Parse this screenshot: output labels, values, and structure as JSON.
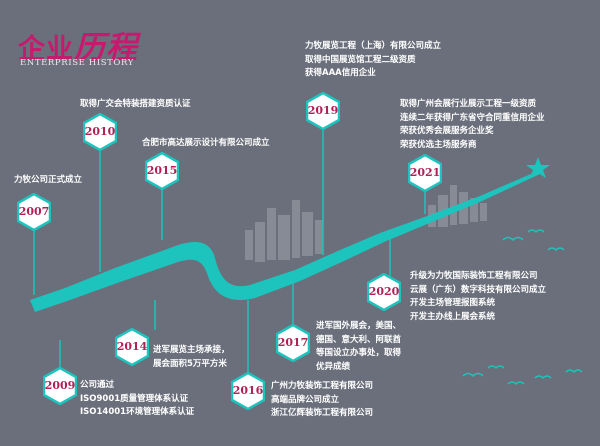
{
  "header": {
    "title_part1": "企业",
    "title_part2": "历程",
    "subtitle": "ENTERPRISE HISTORY"
  },
  "colors": {
    "background": "#6b6f7b",
    "accent_teal": "#1cc4bd",
    "hex_border": "#1cc4bd",
    "year_text": "#b01f56",
    "title_magenta": "#c7196e",
    "event_text": "#ffffff"
  },
  "decorations": {
    "end_marker": "star-icon",
    "birds": "seagull-icon",
    "skyline": "city-skyline-icon"
  },
  "milestones": [
    {
      "year": "2007",
      "lines": [
        "力牧公司正式成立"
      ]
    },
    {
      "year": "2009",
      "lines": [
        "公司通过",
        "ISO9001质量管理体系认证",
        "ISO14001环境管理体系认证"
      ]
    },
    {
      "year": "2010",
      "lines": [
        "取得广交会特装搭建资质认证"
      ]
    },
    {
      "year": "2014",
      "lines": [
        "进军展览主场承接，",
        "展会面积5万平方米"
      ]
    },
    {
      "year": "2015",
      "lines": [
        "合肥市高达展示设计有限公司成立"
      ]
    },
    {
      "year": "2016",
      "lines": [
        "广州力牧装饰工程有限公司",
        "高端品牌公司成立",
        "浙江亿辉装饰工程有限公司"
      ]
    },
    {
      "year": "2017",
      "lines": [
        "进军国外展会，美国、",
        "德国、意大利、阿联酋",
        "等国设立办事处，取得",
        "优异成绩"
      ]
    },
    {
      "year": "2019",
      "lines": [
        "力牧展览工程（上海）有限公司成立",
        "取得中国展览馆工程二级资质",
        "获得AAA信用企业"
      ]
    },
    {
      "year": "2020",
      "lines": [
        "升级为力牧国际装饰工程有限公司",
        "云展（广东）数字科技有限公司成立",
        "开发主场管理报图系统",
        "开发主办线上展会系统"
      ]
    },
    {
      "year": "2021",
      "lines": [
        "取得广州会展行业展示工程一级资质",
        "连续二年获得广东省守合同重信用企业",
        "荣获优秀会展服务企业奖",
        "荣获优选主场服务商"
      ]
    }
  ]
}
